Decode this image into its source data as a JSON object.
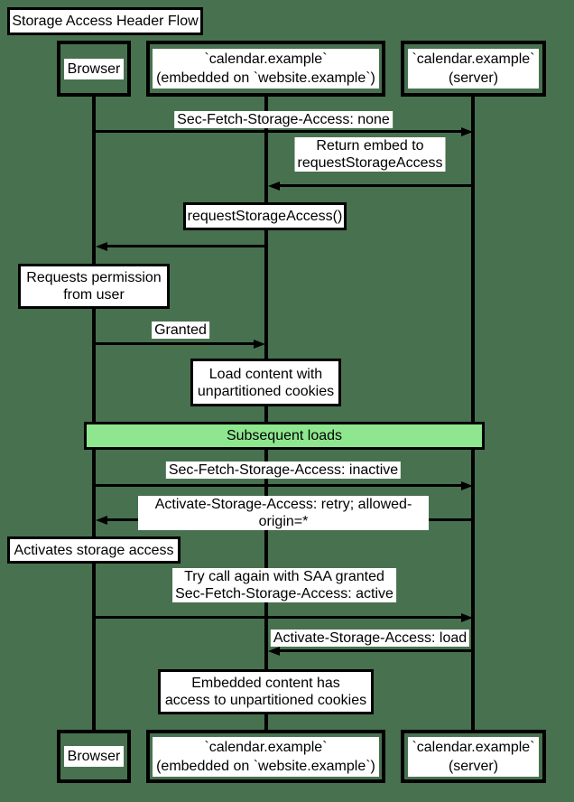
{
  "title": "Storage Access Header Flow",
  "colors": {
    "background": "#48714f",
    "divider_fill": "#8ee78e",
    "box_fill": "#ffffff",
    "line": "#000000"
  },
  "participants": {
    "browser": "Browser",
    "embedded": "`calendar.example`\n(embedded on `website.example`)",
    "server": "`calendar.example`\n(server)"
  },
  "messages": [
    {
      "from": "Browser",
      "to": "server",
      "label": "Sec-Fetch-Storage-Access: none"
    },
    {
      "from": "server",
      "to": "embedded",
      "label": "Return embed to\nrequestStorageAccess"
    },
    {
      "from": "embedded",
      "to": "Browser",
      "label": ""
    },
    {
      "from": "Browser",
      "to": "embedded",
      "label": "Granted"
    },
    {
      "from": "Browser",
      "to": "server",
      "label": "Sec-Fetch-Storage-Access: inactive"
    },
    {
      "from": "server",
      "to": "Browser",
      "label": "Activate-Storage-Access: retry; allowed-origin=*"
    },
    {
      "from": "Browser",
      "to": "server",
      "label": "Try call again with SAA granted\nSec-Fetch-Storage-Access: active"
    },
    {
      "from": "server",
      "to": "embedded",
      "label": "Activate-Storage-Access: load"
    }
  ],
  "notes": [
    {
      "over": "embedded",
      "label": "requestStorageAccess()"
    },
    {
      "over": "Browser",
      "label": "Requests permission\nfrom user"
    },
    {
      "over": "embedded",
      "label": "Load content with\nunpartitioned cookies"
    },
    {
      "over": "Browser",
      "label": "Activates storage access"
    },
    {
      "over": "embedded",
      "label": "Embedded content has\naccess to unpartitioned cookies"
    }
  ],
  "divider": {
    "label": "Subsequent loads"
  }
}
